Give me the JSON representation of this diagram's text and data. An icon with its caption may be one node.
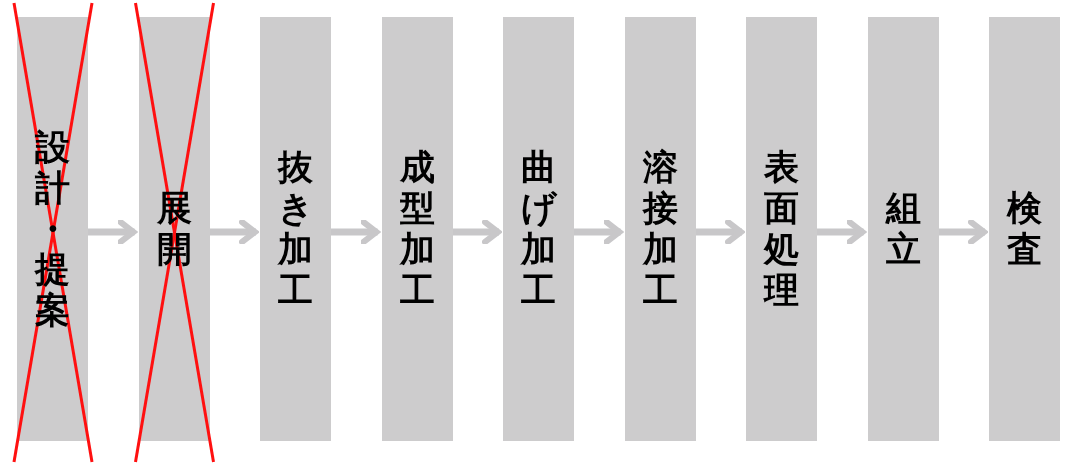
{
  "diagram": {
    "nodes": [
      {
        "text": [
          "設計・提案"
        ]
      },
      {
        "text": [
          "展開"
        ]
      },
      {
        "text": [
          "抜き加工"
        ]
      },
      {
        "text": [
          "成型加工"
        ]
      },
      {
        "text": [
          "曲げ加工"
        ]
      },
      {
        "text": [
          "溶接加工"
        ]
      },
      {
        "text": [
          "表面処理"
        ]
      },
      {
        "text": [
          "組立"
        ]
      },
      {
        "text": [
          "検査"
        ]
      }
    ],
    "edges": [
      {
        "from": 0,
        "to": 1,
        "arrow": "to"
      },
      {
        "from": 1,
        "to": 2,
        "arrow": "to"
      },
      {
        "from": 2,
        "to": 3,
        "arrow": "to"
      },
      {
        "from": 3,
        "to": 4,
        "arrow": "to"
      },
      {
        "from": 4,
        "to": 5,
        "arrow": "to"
      },
      {
        "from": 5,
        "to": 6,
        "arrow": "to"
      },
      {
        "from": 6,
        "to": 7,
        "arrow": "to"
      },
      {
        "from": 7,
        "to": 8,
        "arrow": "to"
      }
    ]
  }
}
